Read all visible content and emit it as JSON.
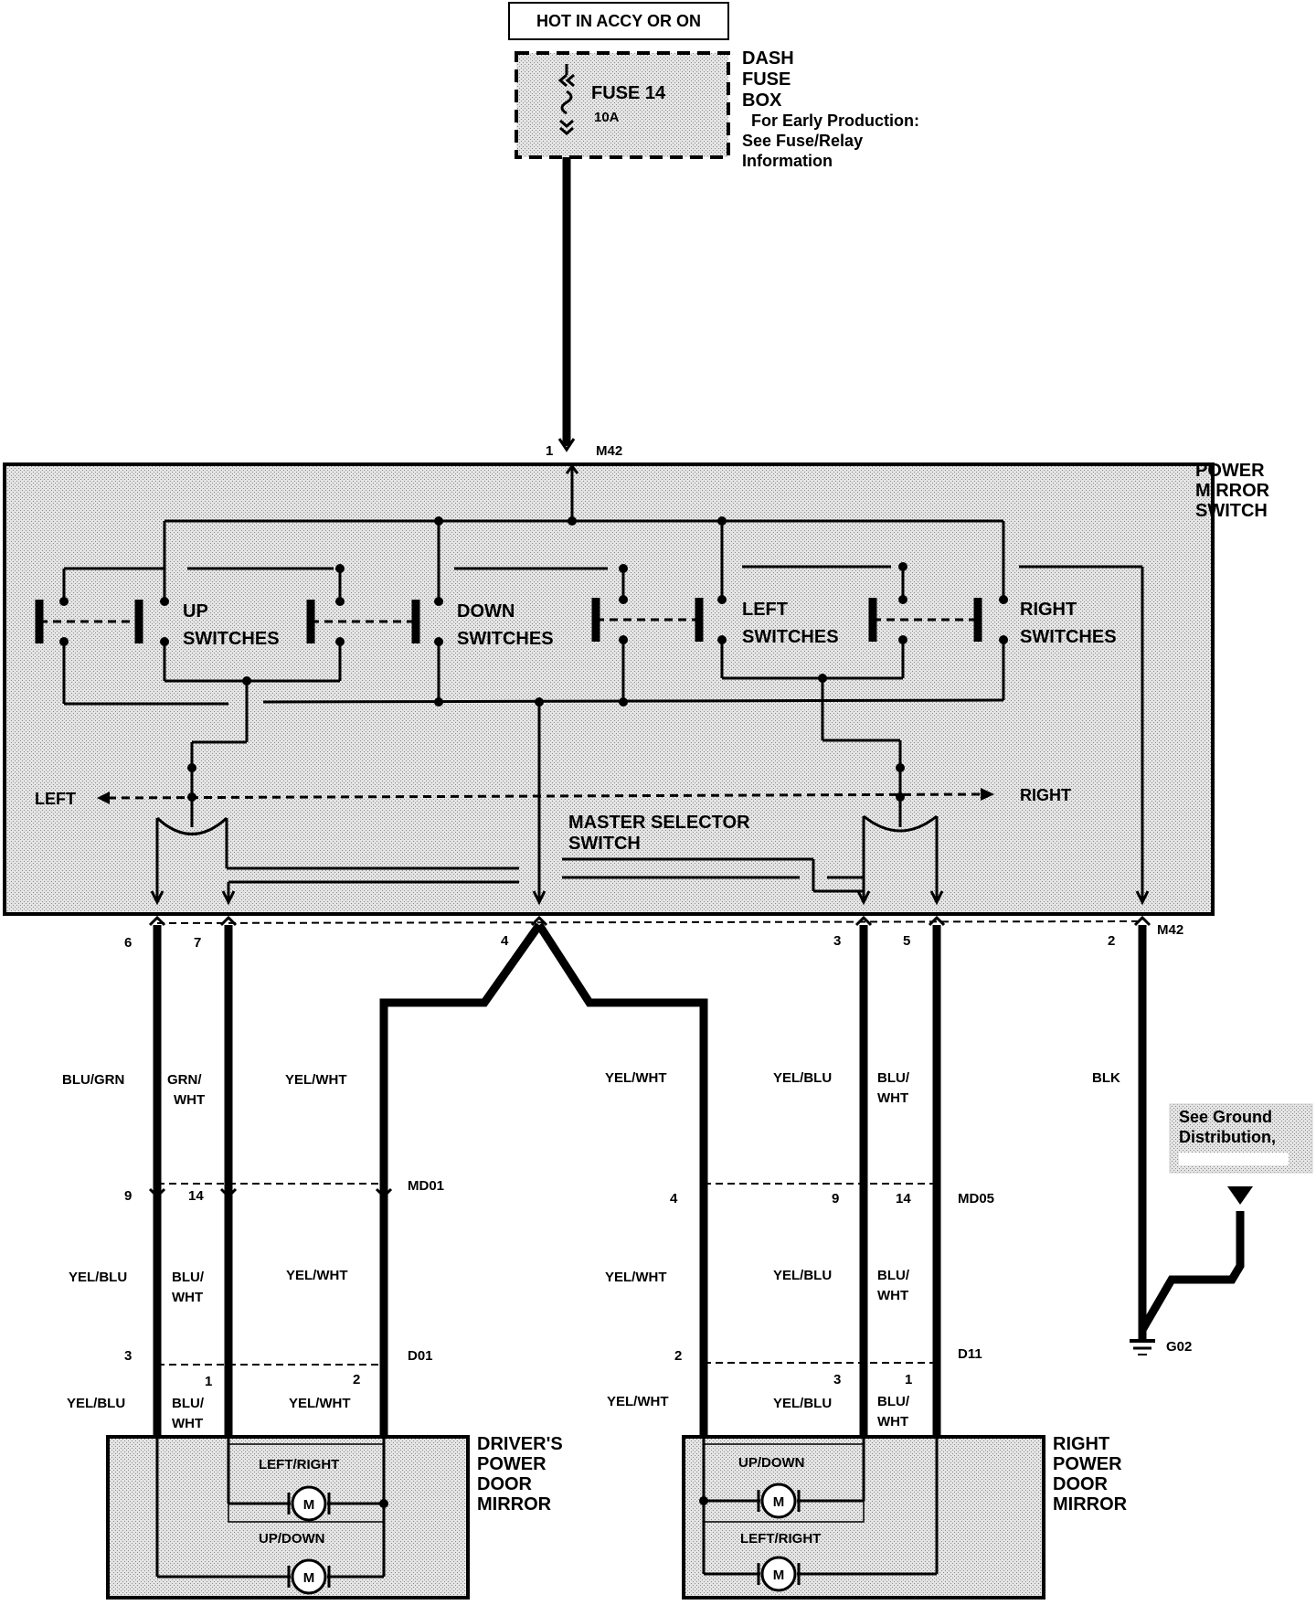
{
  "power_source": "HOT IN ACCY OR ON",
  "fuse": {
    "name": "FUSE 14",
    "rating": "10A",
    "box_label": [
      "DASH",
      "FUSE",
      "BOX"
    ],
    "note": [
      "For Early Production:",
      "See Fuse/Relay",
      "Information"
    ]
  },
  "switch_unit": {
    "label": [
      "POWER",
      "MIRROR",
      "SWITCH"
    ],
    "connector_top": "M42",
    "pin_top": "1",
    "switch_groups": [
      {
        "line1": "UP",
        "line2": "SWITCHES"
      },
      {
        "line1": "DOWN",
        "line2": "SWITCHES"
      },
      {
        "line1": "LEFT",
        "line2": "SWITCHES"
      },
      {
        "line1": "RIGHT",
        "line2": "SWITCHES"
      }
    ],
    "selector_left": "LEFT",
    "selector_right": "RIGHT",
    "selector_label": [
      "MASTER SELECTOR",
      "SWITCH"
    ]
  },
  "connector_m42": {
    "name": "M42",
    "pins": [
      "6",
      "7",
      "4",
      "3",
      "5",
      "2"
    ]
  },
  "wire_colors_upper": [
    "BLU/GRN",
    "GRN/",
    "WHT",
    "YEL/WHT",
    "YEL/WHT",
    "YEL/BLU",
    "BLU/",
    "WHT",
    "BLK"
  ],
  "connector_md01": {
    "name": "MD01",
    "pins": [
      "9",
      "14"
    ]
  },
  "connector_md05": {
    "name": "MD05",
    "pins": [
      "4",
      "9",
      "14"
    ]
  },
  "wire_colors_middle": [
    "YEL/BLU",
    "BLU/",
    "WHT",
    "YEL/WHT",
    "YEL/WHT",
    "YEL/BLU",
    "BLU/",
    "WHT"
  ],
  "connector_d01": {
    "name": "D01",
    "pins": [
      "3",
      "1",
      "2"
    ]
  },
  "connector_d11": {
    "name": "D11",
    "pins": [
      "2",
      "3",
      "1"
    ]
  },
  "wire_colors_lower": [
    "YEL/BLU",
    "BLU/",
    "WHT",
    "YEL/WHT",
    "YEL/WHT",
    "YEL/BLU",
    "BLU/",
    "WHT"
  ],
  "ground": {
    "note": [
      "See Ground",
      "Distribution,"
    ],
    "name": "G02"
  },
  "driver_mirror": {
    "label": [
      "DRIVER'S",
      "POWER",
      "DOOR",
      "MIRROR"
    ],
    "motor_top": "LEFT/RIGHT",
    "motor_bottom": "UP/DOWN",
    "motor_symbol": "M"
  },
  "right_mirror": {
    "label": [
      "RIGHT",
      "POWER",
      "DOOR",
      "MIRROR"
    ],
    "motor_top": "UP/DOWN",
    "motor_bottom": "LEFT/RIGHT",
    "motor_symbol": "M"
  }
}
